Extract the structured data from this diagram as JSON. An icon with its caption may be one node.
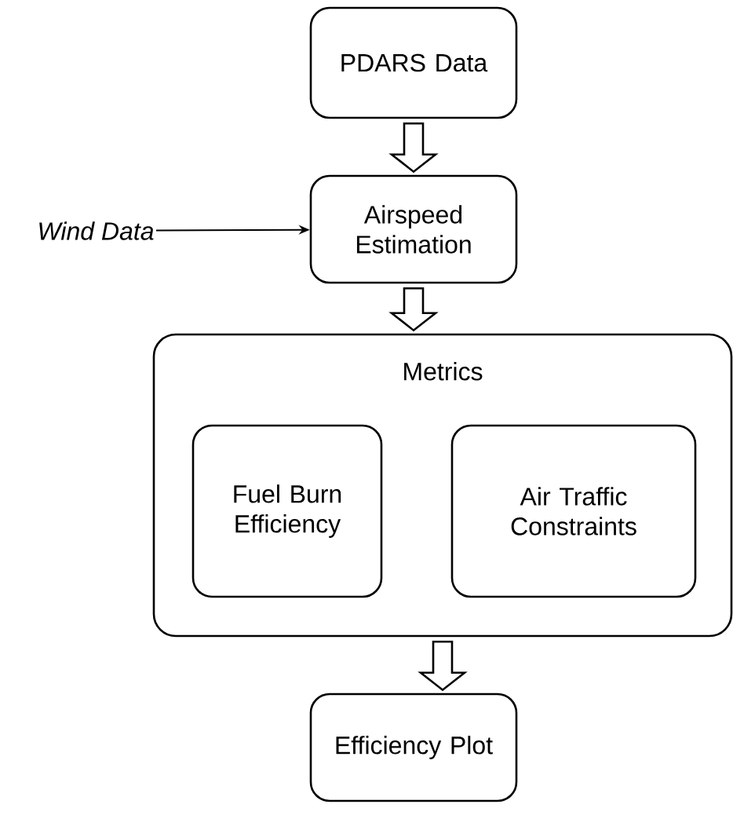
{
  "diagram": {
    "nodes": [
      {
        "text": [
          "PDARS Data"
        ]
      },
      {
        "text": [
          "Airspeed Estimation"
        ]
      },
      {
        "text": [
          "Wind Data"
        ]
      },
      {
        "text": [
          "Metrics"
        ]
      },
      {
        "text": [
          "Fuel Burn Efficiency"
        ],
        "in": 3
      },
      {
        "text": [
          "Air Traffic Constraints"
        ],
        "in": 3
      },
      {
        "text": [
          "Efficiency Plot"
        ]
      }
    ],
    "edges": [
      {
        "from": 0,
        "to": 1,
        "arrow": "to",
        "style": "thick"
      },
      {
        "from": 2,
        "to": 1,
        "arrow": "to"
      },
      {
        "from": 1,
        "to": 3,
        "arrow": "to",
        "style": "thick"
      },
      {
        "from": 3,
        "to": 6,
        "arrow": "to",
        "style": "thick"
      }
    ]
  }
}
